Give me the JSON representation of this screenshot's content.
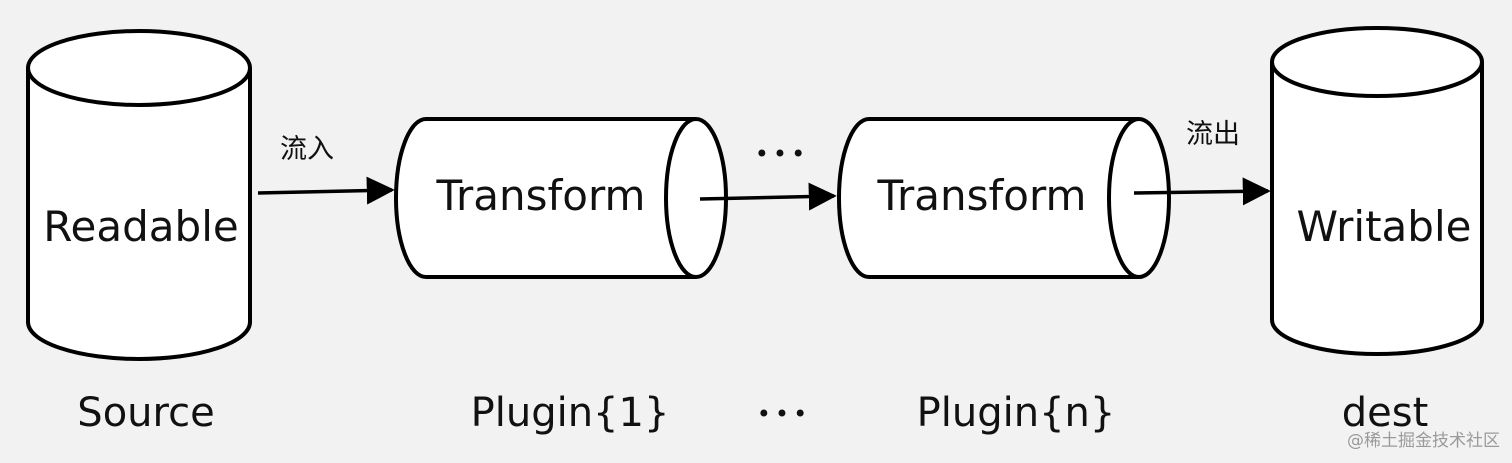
{
  "colors": {
    "background": "#f2f2f2",
    "stroke": "#000000",
    "fill": "#ffffff",
    "watermark": "#9a9a9a"
  },
  "nodes": {
    "source_db": "Readable",
    "transform_1": "Transform",
    "transform_n": "Transform",
    "dest_db": "Writable"
  },
  "edge_labels": {
    "inflow": "流入",
    "outflow": "流出"
  },
  "ellipsis": "•••",
  "bottom_labels": {
    "source": "Source",
    "plugin_1": "Plugin{1}",
    "ellipsis": "•••",
    "plugin_n": "Plugin{n}",
    "dest": "dest"
  },
  "watermark": "@稀土掘金技术社区"
}
